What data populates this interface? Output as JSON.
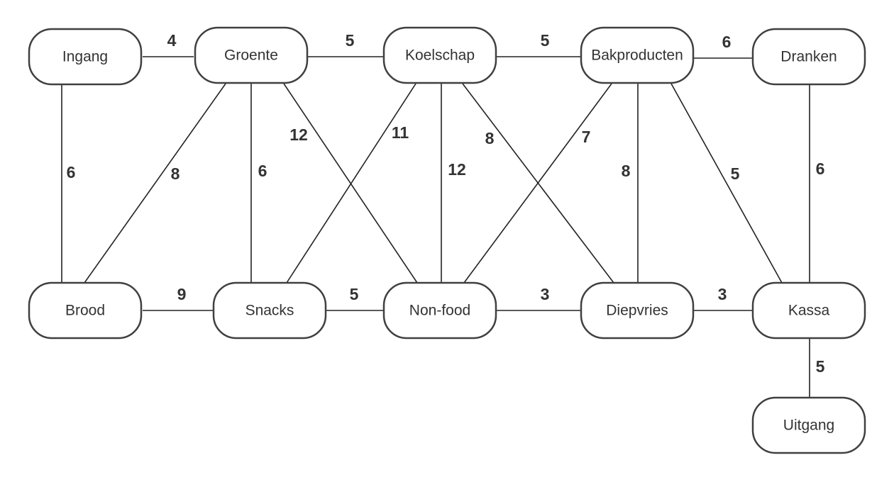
{
  "nodes": [
    {
      "id": "ingang",
      "label": "Ingang"
    },
    {
      "id": "groente",
      "label": "Groente"
    },
    {
      "id": "koelschap",
      "label": "Koelschap"
    },
    {
      "id": "bakproducten",
      "label": "Bakproducten"
    },
    {
      "id": "dranken",
      "label": "Dranken"
    },
    {
      "id": "brood",
      "label": "Brood"
    },
    {
      "id": "snacks",
      "label": "Snacks"
    },
    {
      "id": "nonfood",
      "label": "Non-food"
    },
    {
      "id": "diepvries",
      "label": "Diepvries"
    },
    {
      "id": "kassa",
      "label": "Kassa"
    },
    {
      "id": "uitgang",
      "label": "Uitgang"
    }
  ],
  "edges": [
    {
      "from": "ingang",
      "to": "groente",
      "weight": "4"
    },
    {
      "from": "groente",
      "to": "koelschap",
      "weight": "5"
    },
    {
      "from": "koelschap",
      "to": "bakproducten",
      "weight": "5"
    },
    {
      "from": "bakproducten",
      "to": "dranken",
      "weight": "6"
    },
    {
      "from": "ingang",
      "to": "brood",
      "weight": "6"
    },
    {
      "from": "groente",
      "to": "brood",
      "weight": "8"
    },
    {
      "from": "groente",
      "to": "snacks",
      "weight": "6"
    },
    {
      "from": "groente",
      "to": "nonfood",
      "weight": "12"
    },
    {
      "from": "koelschap",
      "to": "snacks",
      "weight": "11"
    },
    {
      "from": "koelschap",
      "to": "nonfood",
      "weight": "12"
    },
    {
      "from": "koelschap",
      "to": "diepvries",
      "weight": "8"
    },
    {
      "from": "bakproducten",
      "to": "nonfood",
      "weight": "7"
    },
    {
      "from": "bakproducten",
      "to": "diepvries",
      "weight": "8"
    },
    {
      "from": "bakproducten",
      "to": "kassa",
      "weight": "5"
    },
    {
      "from": "dranken",
      "to": "kassa",
      "weight": "6"
    },
    {
      "from": "brood",
      "to": "snacks",
      "weight": "9"
    },
    {
      "from": "snacks",
      "to": "nonfood",
      "weight": "5"
    },
    {
      "from": "nonfood",
      "to": "diepvries",
      "weight": "3"
    },
    {
      "from": "diepvries",
      "to": "kassa",
      "weight": "3"
    },
    {
      "from": "kassa",
      "to": "uitgang",
      "weight": "5"
    }
  ]
}
